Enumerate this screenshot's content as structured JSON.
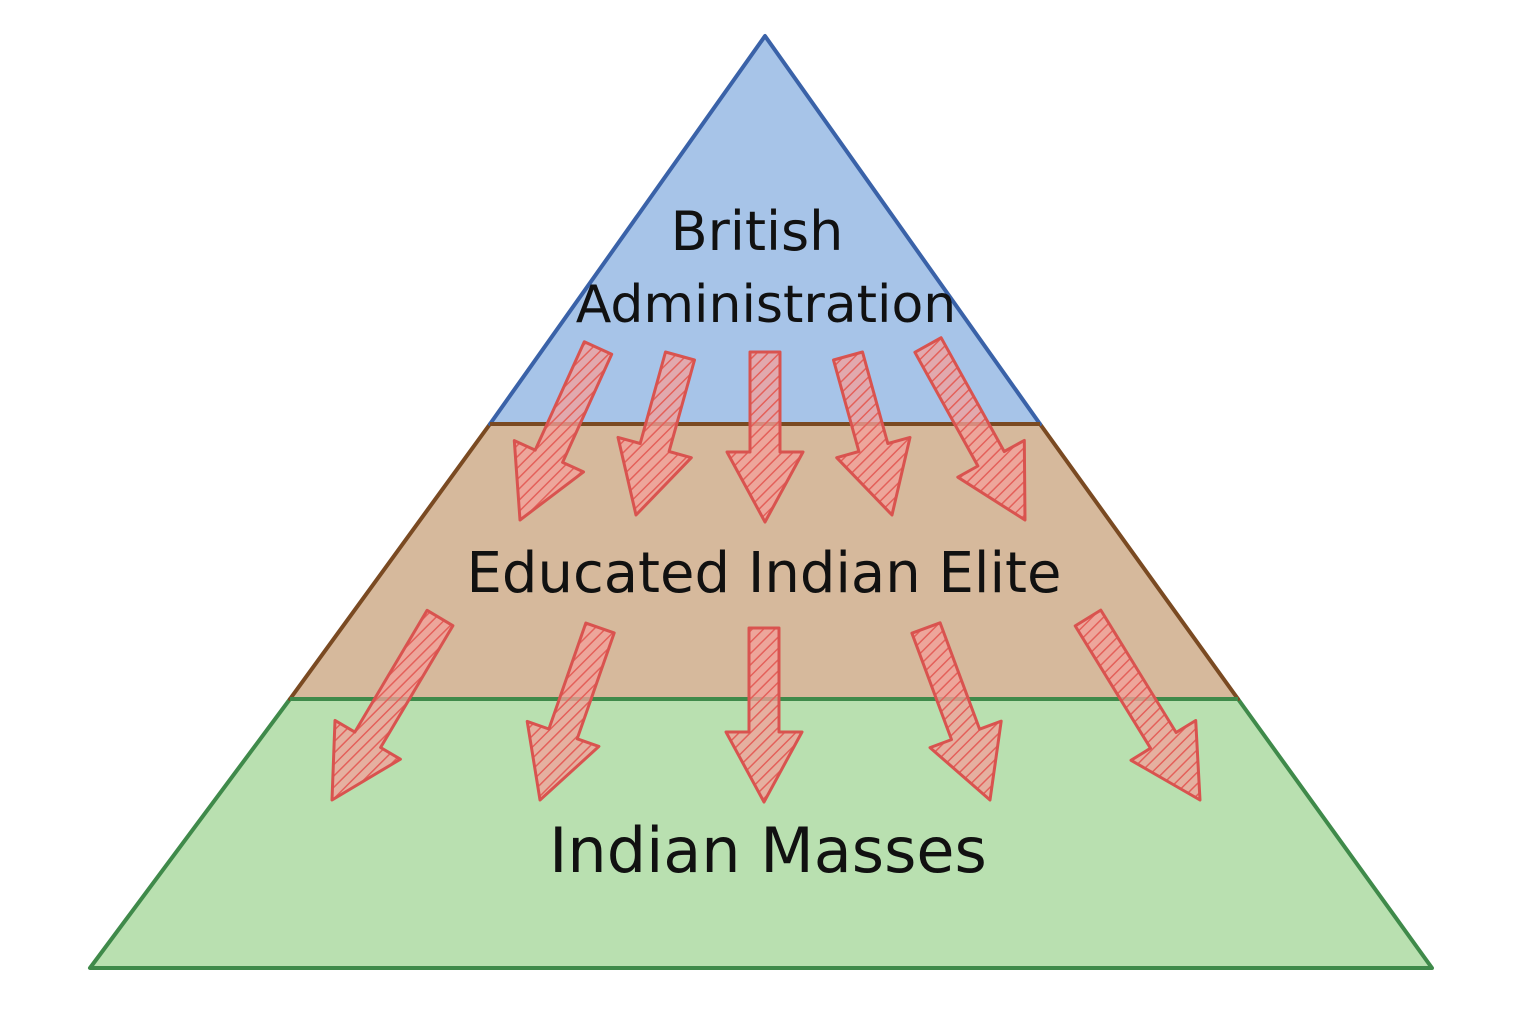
{
  "pyramid": {
    "top_tier": {
      "line1": "British",
      "line2": "Administration",
      "color": "#a7c4e8",
      "border": "#3a62a8"
    },
    "middle_tier": {
      "label": "Educated Indian Elite",
      "color": "#d6b99c",
      "border": "#7a4a22"
    },
    "bottom_tier": {
      "label": "Indian Masses",
      "color": "#b9e0b0",
      "border": "#3f8a4a"
    },
    "arrow_color": "#e4605a",
    "upper_arrow_icons": [
      "down-arrow-icon",
      "down-arrow-icon",
      "down-arrow-icon",
      "down-arrow-icon",
      "down-arrow-icon"
    ],
    "lower_arrow_icons": [
      "down-arrow-icon",
      "down-arrow-icon",
      "down-arrow-icon",
      "down-arrow-icon",
      "down-arrow-icon"
    ]
  }
}
